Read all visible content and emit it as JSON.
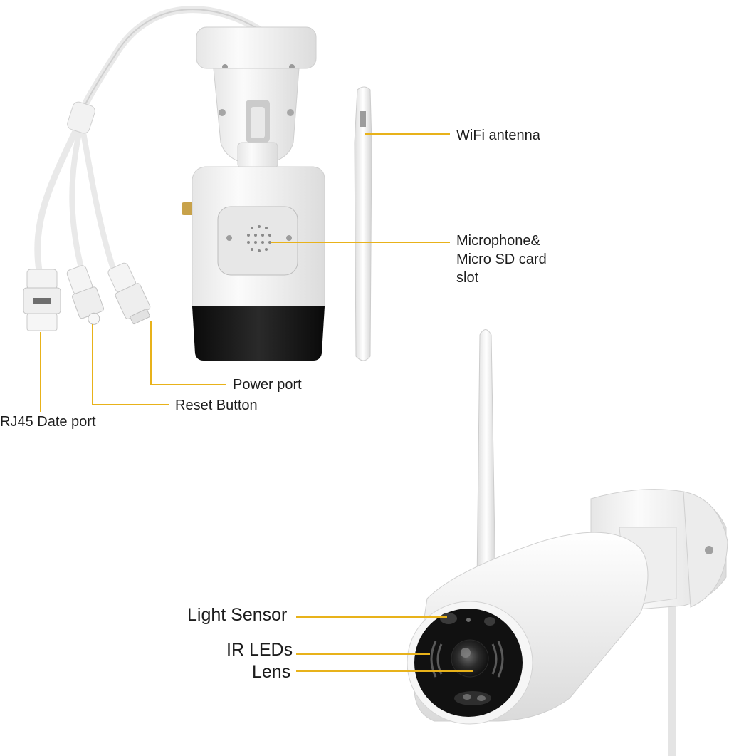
{
  "figure": {
    "labels": {
      "wifi_antenna": "WiFi antenna",
      "microphone_sd": "Microphone& Micro SD card slot",
      "power_port": "Power port",
      "reset_button": "Reset Button",
      "rj45_port": "RJ45 Date port",
      "light_sensor": "Light Sensor",
      "ir_leds": "IR LEDs",
      "lens": "Lens"
    },
    "colors": {
      "leader_line": "#e8b21a",
      "camera_body": "#f3f3f3",
      "camera_shadow": "#d9d9d9",
      "camera_front": "#141414",
      "label_text": "#1c1c1c"
    }
  }
}
